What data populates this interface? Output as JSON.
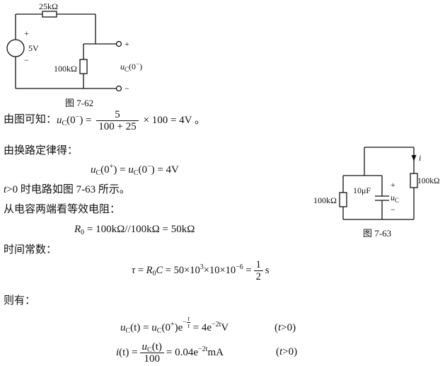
{
  "figure_62": {
    "r_top": "25kΩ",
    "src_plus": "+",
    "src_value": "5V",
    "src_minus": "−",
    "r_mid": "100kΩ",
    "out_plus": "+",
    "out_var": "u",
    "out_sub": "C",
    "out_arg": "(0",
    "out_sup": "−",
    "out_close": ")",
    "out_minus": "−",
    "caption": "图 7-62"
  },
  "step1": {
    "lead": "由图可知：",
    "var": "u",
    "sub": "C",
    "arg": "(0",
    "sup": "−",
    "close": ") =",
    "num": "5",
    "den": "100 + 25",
    "tail": "× 100 = 4V 。"
  },
  "step2": {
    "lead": "由换路定律得：",
    "var1": "u",
    "sub1": "C",
    "arg1": "(0",
    "sup1": "+",
    "close1": ") =",
    "var2": "u",
    "sub2": "C",
    "arg2": "(0",
    "sup2": "−",
    "close2": ") = 4V"
  },
  "step3": {
    "var": "t",
    "text": ">0 时电路如图 7-63 所示。"
  },
  "step4": {
    "lead": "从电容两端看等效电阻：",
    "var": "R",
    "sub": "0",
    "rhs": "= 100kΩ//100kΩ = 50kΩ"
  },
  "step5": {
    "lead": "时间常数：",
    "tau": "τ",
    "eq": "=",
    "r": "R",
    "r_sub": "0",
    "c": "C",
    "rhs1": "= 50×10",
    "exp1": "3",
    "rhs2": "×10×10",
    "exp2": "−6",
    "rhs3": "=",
    "num": "1",
    "den": "2",
    "unit": "s"
  },
  "step6": {
    "lead": "则有：",
    "uc": {
      "var": "u",
      "sub": "C",
      "arg": "(t) =",
      "var2": "u",
      "sub2": "C",
      "arg2": "(0",
      "sup2": "+",
      "close2": ")e",
      "exp_sign": "−",
      "exp_num": "t",
      "exp_den": "τ",
      "rhs": "= 4e",
      "rhs_exp": "−2t",
      "unit": "V",
      "cond_open": "(",
      "cond_var": "t",
      "cond_close": ">0)"
    },
    "i": {
      "var": "i",
      "arg": "(t) =",
      "num_var": "u",
      "num_sub": "C",
      "num_arg": "(t)",
      "den": "100",
      "rhs": "= 0.04e",
      "rhs_exp": "−2t",
      "unit": "mA",
      "cond_open": "(",
      "cond_var": "t",
      "cond_close": ">0)"
    }
  },
  "figure_63": {
    "r_left": "100kΩ",
    "cap": "10μF",
    "cap_plus": "+",
    "cap_var": "u",
    "cap_sub": "C",
    "cap_minus": "−",
    "current": "i",
    "r_right": "100kΩ",
    "caption": "图 7-63"
  }
}
